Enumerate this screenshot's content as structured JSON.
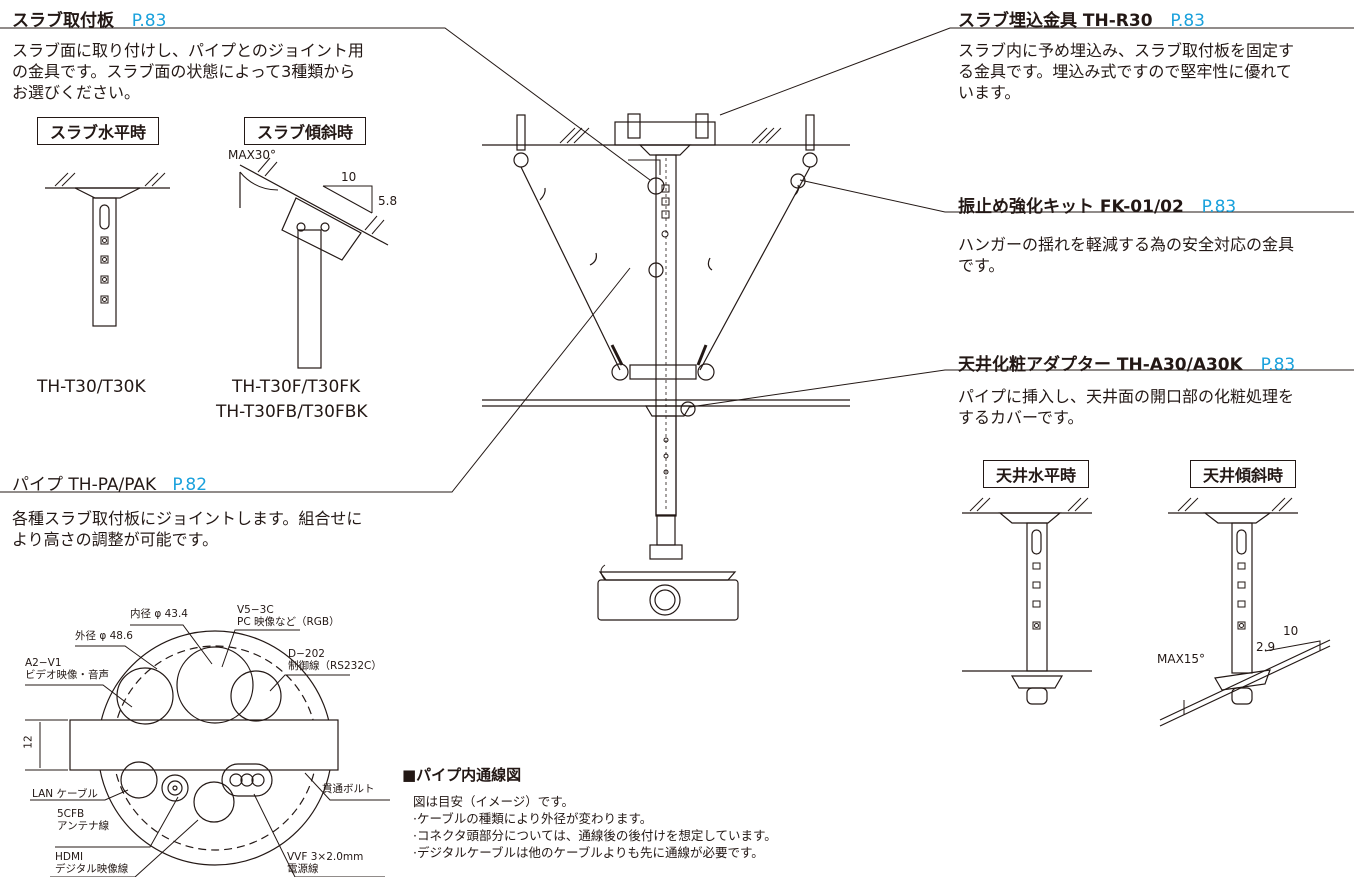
{
  "slab_plate": {
    "title": "スラブ取付板",
    "page": "P.83",
    "lines": [
      "スラブ面に取り付けし、パイプとのジョイント用",
      "の金具です。スラブ面の状態によって3種類から",
      "お選びください。"
    ],
    "label_flat": "スラブ水平時",
    "label_slope": "スラブ傾斜時",
    "max_angle": "MAX30°",
    "slope_run": "10",
    "slope_rise": "5.8",
    "model_flat": "TH-T30/T30K",
    "model_slope_1": "TH-T30F/T30FK",
    "model_slope_2": "TH-T30FB/T30FBK"
  },
  "pipe": {
    "title": "パイプ TH-PA/PAK",
    "page": "P.82",
    "lines": [
      "各種スラブ取付板にジョイントします。組合せに",
      "より高さの調整が可能です。"
    ]
  },
  "embed": {
    "title": "スラブ埋込金具 TH-R30",
    "page": "P.83",
    "lines": [
      "スラブ内に予め埋込み、スラブ取付板を固定す",
      "る金具です。埋込み式ですので堅牢性に優れて",
      "います。"
    ]
  },
  "sway": {
    "title": "振止め強化キット FK-01/02",
    "page": "P.83",
    "lines": [
      "ハンガーの揺れを軽減する為の安全対応の金具",
      "です。"
    ]
  },
  "adapter": {
    "title": "天井化粧アダプター TH-A30/A30K",
    "page": "P.83",
    "lines": [
      "パイプに挿入し、天井面の開口部の化粧処理を",
      "するカバーです。"
    ],
    "label_flat": "天井水平時",
    "label_slope": "天井傾斜時",
    "max_angle": "MAX15°",
    "slope_run": "10",
    "slope_rise": "2.9"
  },
  "section": {
    "inner_dia": "内径 φ 43.4",
    "outer_dia": "外径 φ 48.6",
    "v5_1": "V5−3C",
    "v5_2": "PC 映像など（RGB）",
    "a2_1": "A2−V1",
    "a2_2": "ビデオ映像・音声",
    "d202_1": "D−202",
    "d202_2": "制御線（RS232C）",
    "thickness": "12",
    "lan": "LAN ケーブル",
    "bolt": "貫通ボルト",
    "cfb_1": "5CFB",
    "cfb_2": "アンテナ線",
    "hdmi_1": "HDMI",
    "hdmi_2": "デジタル映像線",
    "vvf_1": "VVF 3×2.0mm",
    "vvf_2": "電源線"
  },
  "wiring": {
    "title": "■パイプ内通線図",
    "notes": [
      "図は目安（イメージ）です。",
      "·ケーブルの種類により外径が変わります。",
      "·コネクタ頭部分については、通線後の後付けを想定しています。",
      "·デジタルケーブルは他のケーブルよりも先に通線が必要です。"
    ]
  }
}
